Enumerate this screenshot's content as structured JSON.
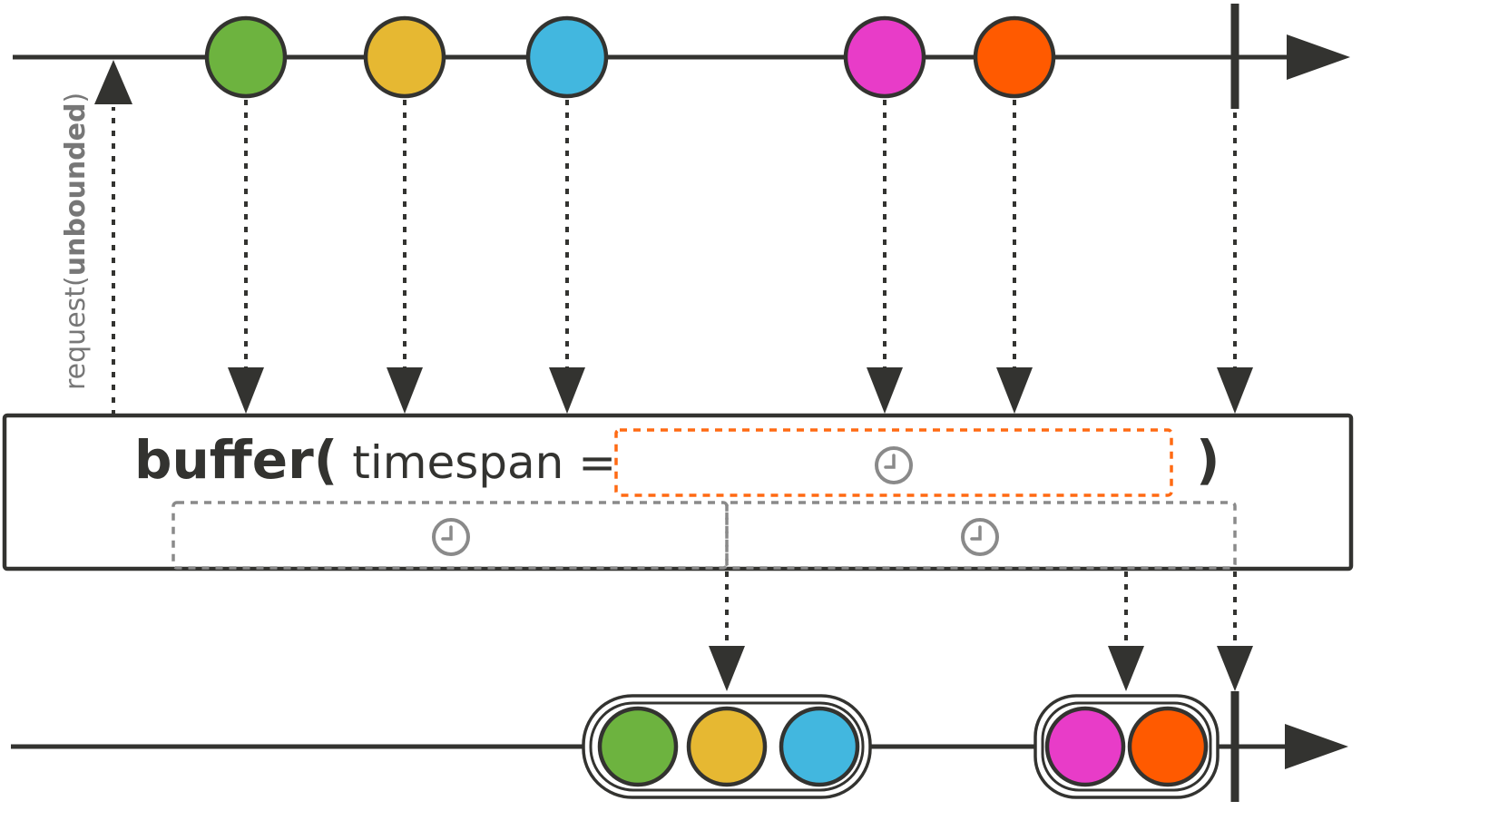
{
  "operator": {
    "name": "buffer(",
    "argument": "timespan =",
    "close": ")"
  },
  "request": {
    "prefix": "request(",
    "arg": "unbounded",
    "suffix": ")"
  },
  "colors": {
    "line": "#333330",
    "green": "#6db33f",
    "yellow": "#e6b832",
    "blue": "#42b7df",
    "magenta": "#e83cc8",
    "orange": "#ff5a00",
    "timer_orange": "#ff6a13",
    "timer_grey": "#8a8a8a"
  },
  "source": {
    "marbles": [
      {
        "name": "green",
        "color": "#6db33f"
      },
      {
        "name": "yellow",
        "color": "#e6b832"
      },
      {
        "name": "blue",
        "color": "#42b7df"
      },
      {
        "name": "magenta",
        "color": "#e83cc8"
      },
      {
        "name": "orange",
        "color": "#ff5a00"
      }
    ],
    "completes": true
  },
  "output": {
    "buffers": [
      {
        "items": [
          "#6db33f",
          "#e6b832",
          "#42b7df"
        ]
      },
      {
        "items": [
          "#e83cc8",
          "#ff5a00"
        ]
      }
    ],
    "completes": true
  },
  "icons": {
    "timer": "clock-icon",
    "flow": "arrow-head-icon"
  }
}
